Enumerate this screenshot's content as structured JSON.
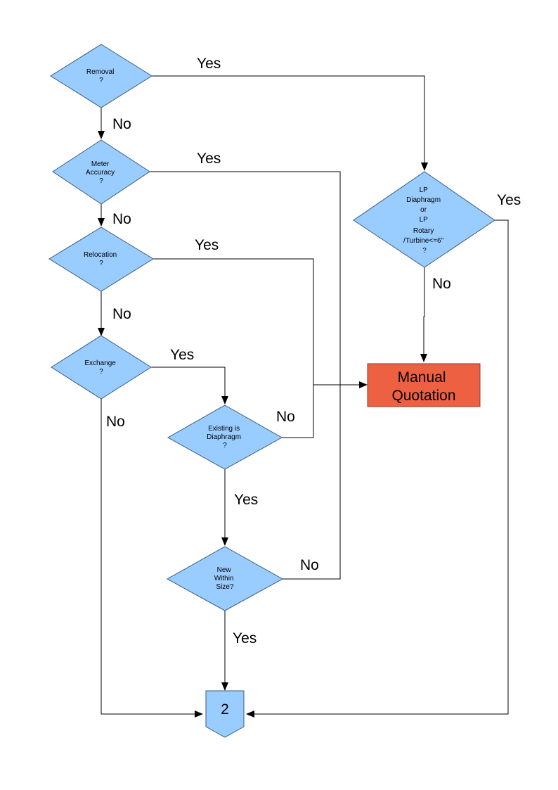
{
  "colors": {
    "decision_fill": "#99ccff",
    "decision_stroke": "#3d5a80",
    "process_fill": "#ee6042",
    "process_stroke": "#8a3a28",
    "offpage_fill": "#99ccff"
  },
  "nodes": {
    "removal": [
      "Removal",
      "?"
    ],
    "meter_accuracy": [
      "Meter",
      "Accuracy",
      "?"
    ],
    "relocation": [
      "Relocation",
      "?"
    ],
    "exchange": [
      "Exchange",
      "?"
    ],
    "existing_diaphragm": [
      "Existing is",
      "Diaphragm",
      "?"
    ],
    "new_within_size": [
      "New",
      "Within",
      "Size?"
    ],
    "lp_check": [
      "LP",
      "Diaphragm",
      "or",
      "LP",
      "Rotary",
      "/Turbine<=6\"",
      "?"
    ],
    "manual_quotation": [
      "Manual",
      "Quotation"
    ],
    "offpage": "2"
  },
  "edge_labels": {
    "removal_yes": "Yes",
    "removal_no": "No",
    "meter_yes": "Yes",
    "meter_no": "No",
    "relocation_yes": "Yes",
    "relocation_no": "No",
    "exchange_yes": "Yes",
    "exchange_no": "No",
    "existing_no": "No",
    "existing_yes": "Yes",
    "new_no": "No",
    "new_yes": "Yes",
    "lp_yes": "Yes",
    "lp_no": "No"
  }
}
